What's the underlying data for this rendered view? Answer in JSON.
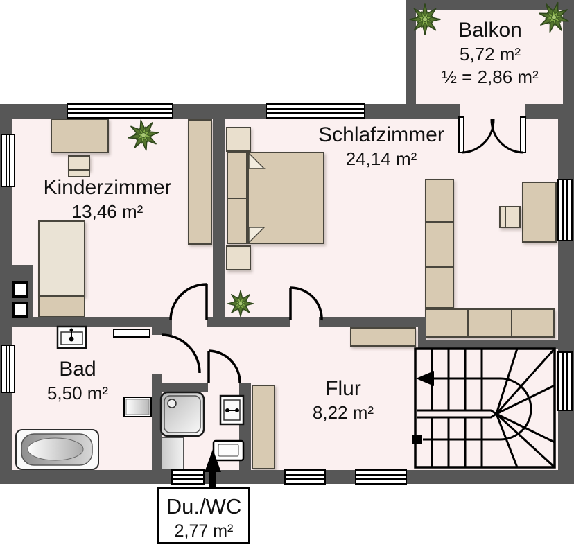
{
  "plan": {
    "rooms": {
      "balkon": {
        "name": "Balkon",
        "area": "5,72 m²",
        "area_note": "½ = 2,86 m²"
      },
      "schlafzimmer": {
        "name": "Schlafzimmer",
        "area": "24,14 m²"
      },
      "kinderzimmer": {
        "name": "Kinderzimmer",
        "area": "13,46 m²"
      },
      "bad": {
        "name": "Bad",
        "area": "5,50 m²"
      },
      "flur": {
        "name": "Flur",
        "area": "8,22 m²"
      },
      "duwc": {
        "name": "Du./WC",
        "area": "2,77 m²"
      }
    },
    "colors": {
      "wall": "#575757",
      "floor": "#fbf0f0",
      "furniture": "#d8cab2",
      "furniture_light": "#e9dfcd",
      "line": "#000000",
      "plant_dark": "#55752e",
      "plant_light": "#86ae4b"
    },
    "icons": [
      "plant-icon",
      "stairs-icon",
      "stairs-direction-arrow-icon",
      "bathtub-icon",
      "shower-icon",
      "sink-icon",
      "toilet-icon",
      "washing-machine-icon",
      "double-bed-icon",
      "single-bed-icon",
      "desk-icon",
      "chair-icon",
      "wardrobe-icon",
      "window-icon",
      "door-swing-icon",
      "label-arrow-icon"
    ]
  }
}
